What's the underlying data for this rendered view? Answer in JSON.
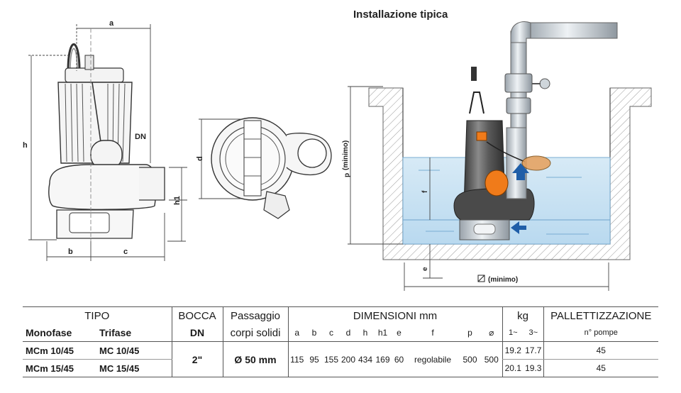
{
  "install": {
    "title": "Installazione tipica"
  },
  "dims": {
    "a": "a",
    "b": "b",
    "c": "c",
    "d": "d",
    "h": "h",
    "h1": "h1",
    "DN": "DN",
    "p": "p",
    "minimo_p": "(minimo)",
    "f": "f",
    "e": "e",
    "min_label": "(minimo)"
  },
  "table": {
    "h_tipo": "TIPO",
    "h_monofase": "Monofase",
    "h_trifase": "Trifase",
    "h_bocca": "BOCCA",
    "h_dn": "DN",
    "h_pass1": "Passaggio",
    "h_pass2": "corpi solidi",
    "h_dim": "DIMENSIONI mm",
    "cols": [
      "a",
      "b",
      "c",
      "d",
      "h",
      "h1",
      "e",
      "f",
      "p",
      "⌀"
    ],
    "h_kg": "kg",
    "kg_cols": [
      "1~",
      "3~"
    ],
    "h_pall": "PALLETTIZZAZIONE",
    "h_npompe": "n° pompe",
    "bocca": "2\"",
    "passaggio": "Ø 50 mm",
    "dimvals": [
      "115",
      "95",
      "155",
      "200",
      "434",
      "169",
      "60",
      "regolabile",
      "500",
      "500"
    ],
    "rows": [
      {
        "mono": "MCm 10/45",
        "tri": "MC 10/45",
        "kg1": "19.2",
        "kg3": "17.7",
        "pall": "45"
      },
      {
        "mono": "MCm 15/45",
        "tri": "MC 15/45",
        "kg1": "20.1",
        "kg3": "19.3",
        "pall": "45"
      }
    ]
  }
}
